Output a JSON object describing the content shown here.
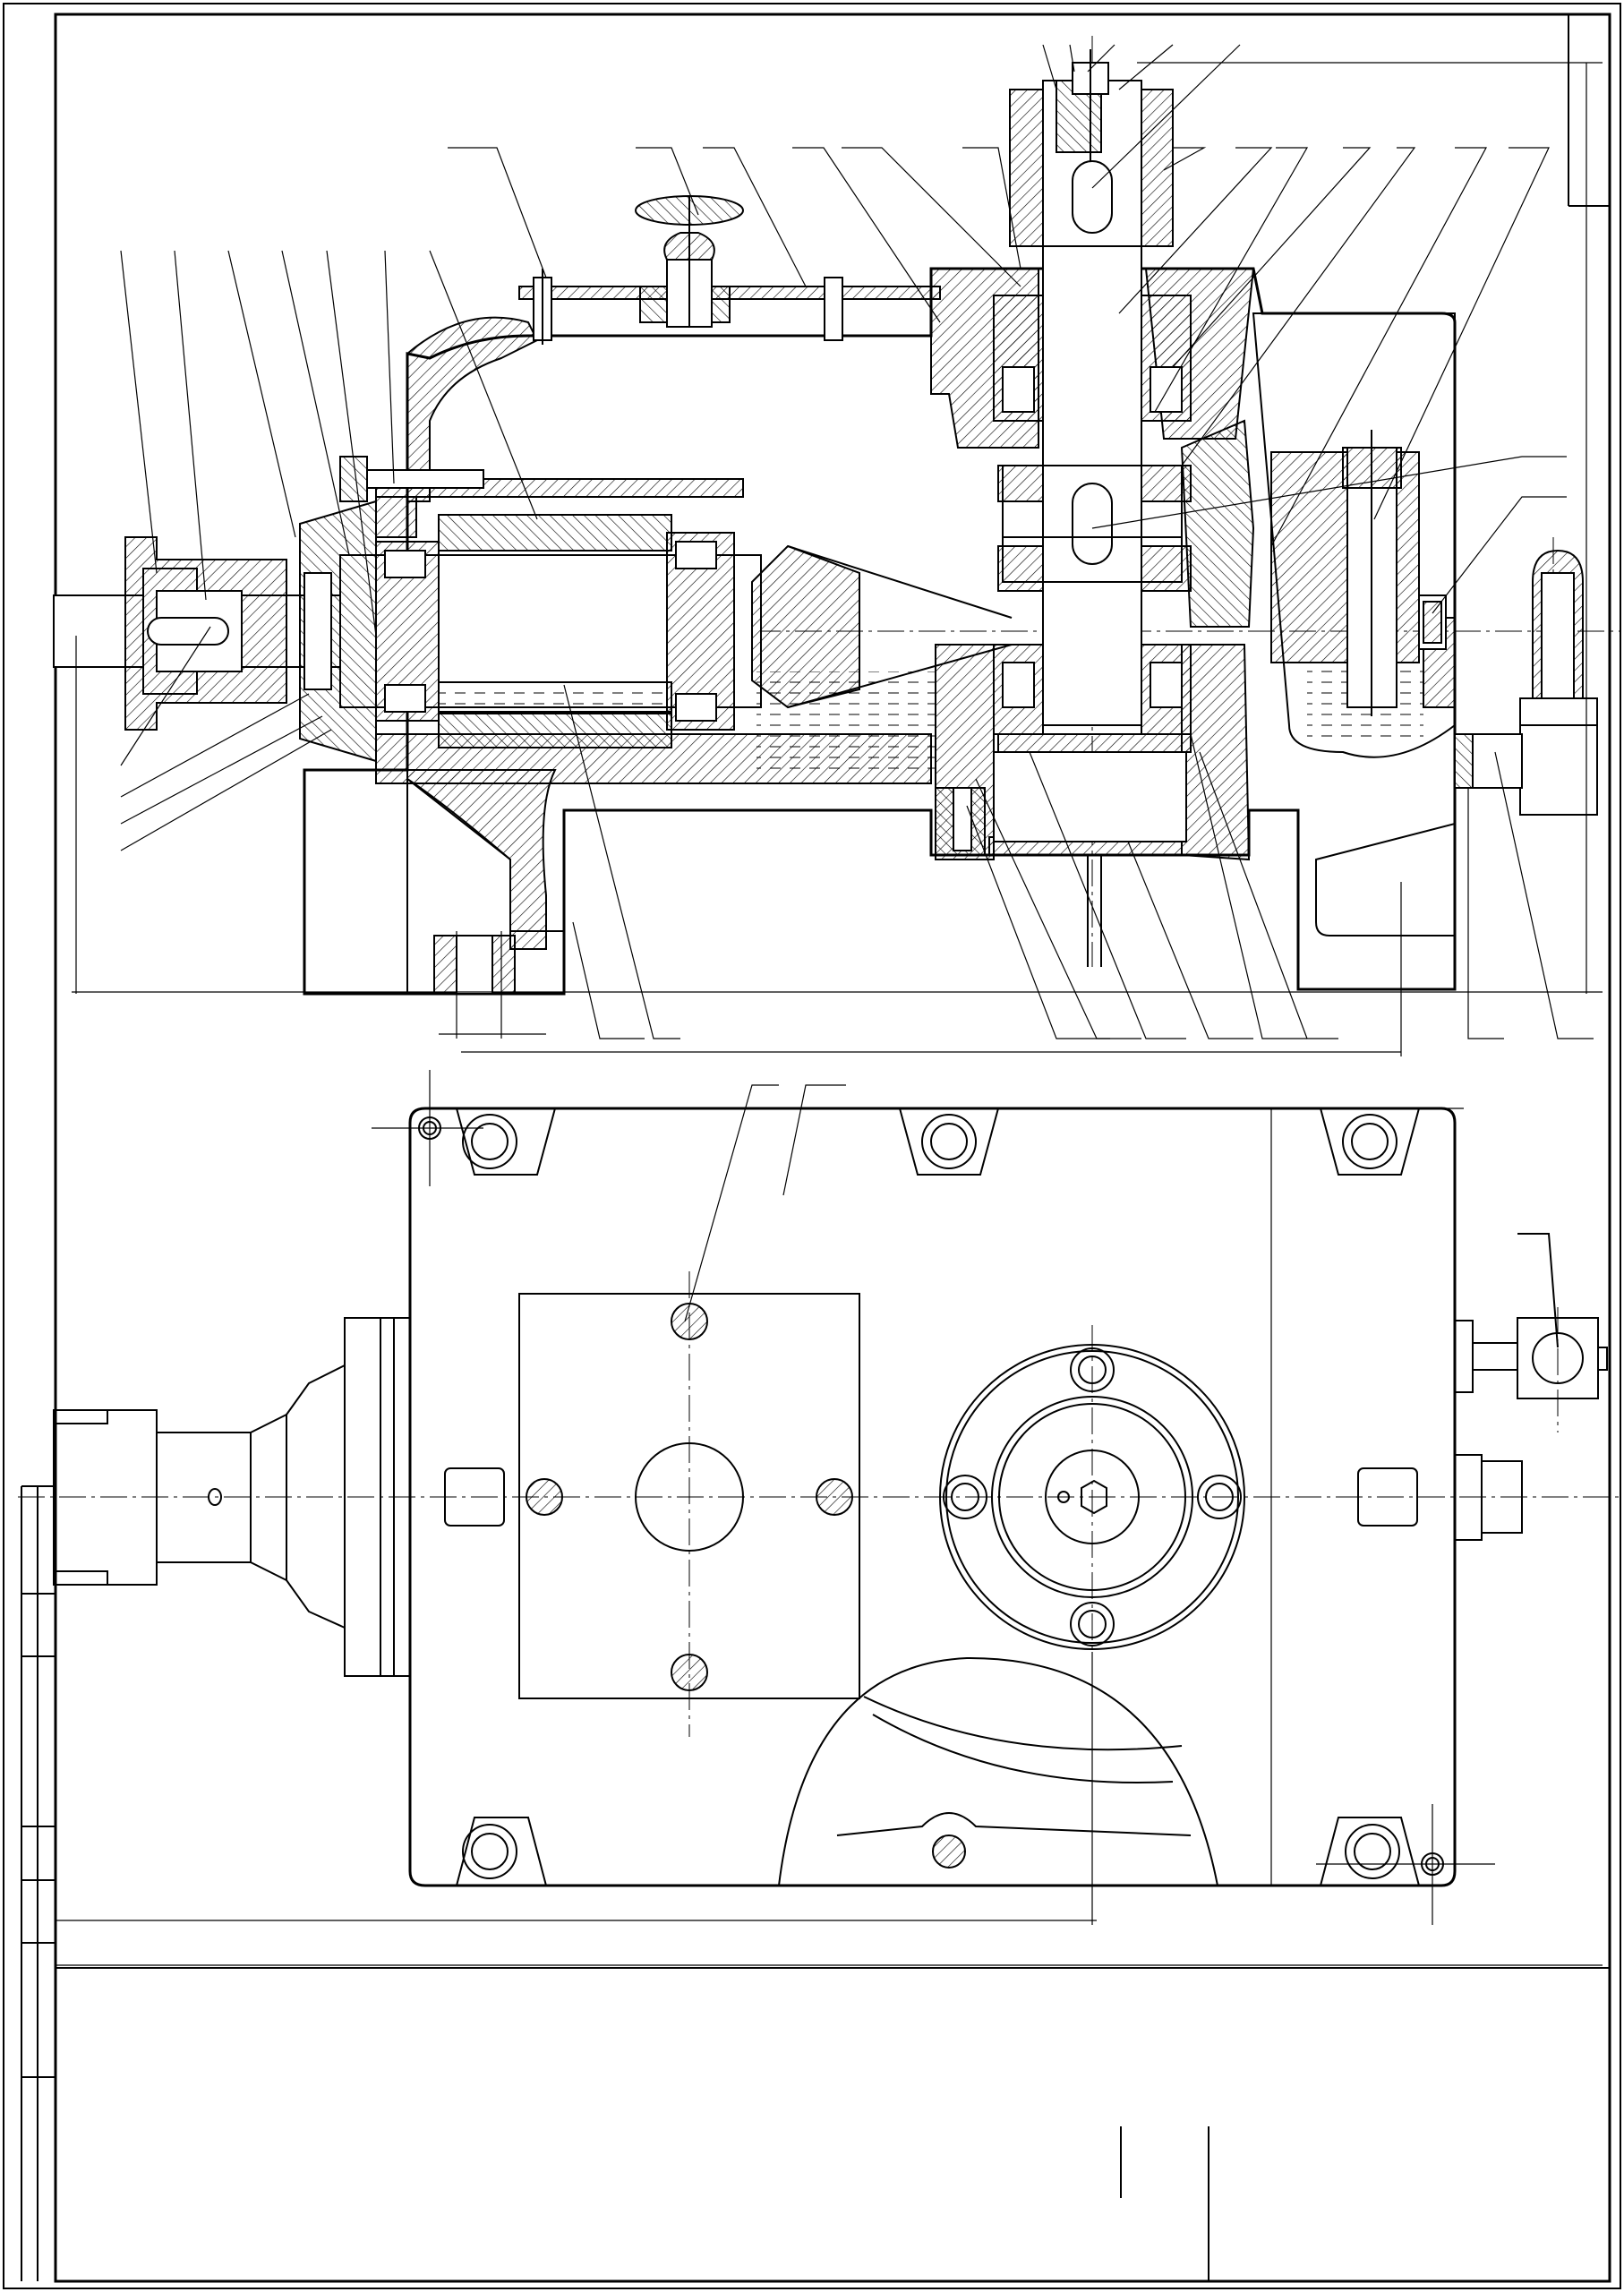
{
  "drawing": {
    "kind": "bevel gear reducer assembly",
    "views": [
      "section-view",
      "plan-view"
    ],
    "line_color": "#000000",
    "background": "#ffffff",
    "hatch": "diagonal-45"
  },
  "title_block": {
    "visible_text": ""
  }
}
